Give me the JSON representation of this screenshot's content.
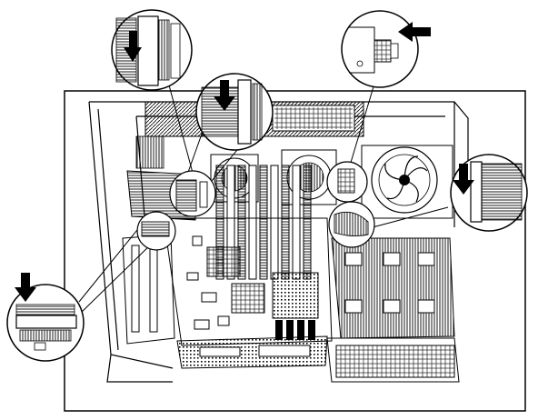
{
  "figure": {
    "line_color": "#000000",
    "background_color": "#ffffff",
    "fan_count": 3,
    "memory_module_count": 9,
    "pci_slot_count": 2,
    "cable_connector_callouts": [
      {
        "name": "callout-upper-left",
        "arrow_direction": "down",
        "icon": "arrow-down-icon"
      },
      {
        "name": "callout-upper-middle",
        "arrow_direction": "down",
        "icon": "arrow-down-icon"
      },
      {
        "name": "callout-upper-right",
        "arrow_direction": "left",
        "icon": "arrow-left-icon"
      },
      {
        "name": "callout-right",
        "arrow_direction": "down",
        "icon": "arrow-down-icon"
      },
      {
        "name": "callout-lower-left",
        "arrow_direction": "down",
        "icon": "arrow-down-icon"
      }
    ]
  }
}
